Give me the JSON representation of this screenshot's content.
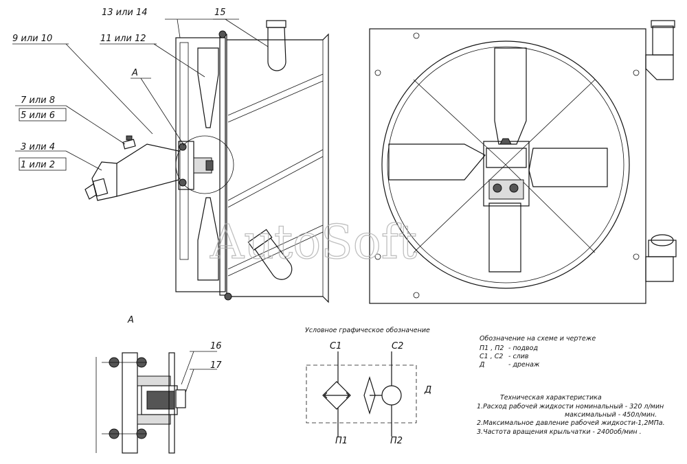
{
  "callouts": {
    "c13_14": "13 или 14",
    "c15": "15",
    "c9_10": "9 или 10",
    "c11_12": "11 или 12",
    "cA": "А",
    "c7_8": "7 или 8",
    "c5_6": "5 или 6",
    "c3_4": "3 или 4",
    "c1_2": "1 или 2",
    "c16": "16",
    "c17": "17"
  },
  "detail_view": {
    "title": "А"
  },
  "symbol": {
    "title": "Условное графическое обозначение",
    "port_c1": "С1",
    "port_c2": "С2",
    "port_p1": "П1",
    "port_p2": "П2",
    "port_d": "Д"
  },
  "legend": {
    "title": "Обозначение на схеме и чертеже",
    "rows": [
      {
        "code": "П1 , П2",
        "desc": "- подвод"
      },
      {
        "code": "С1 , С2",
        "desc": "- слив"
      },
      {
        "code": "Д",
        "desc": "- дренаж"
      }
    ]
  },
  "specs": {
    "title": "Техническая характеристика",
    "lines": [
      "1.Расход рабочей жидкости номинальный - 320 л/мин",
      "максимальный - 450л/мин.",
      "2.Максимальное давление рабочей жидкости-1,2МПа.",
      "3.Частота вращения крыльчатки - 2400об/мин ."
    ]
  },
  "watermark": "AutoSoft"
}
